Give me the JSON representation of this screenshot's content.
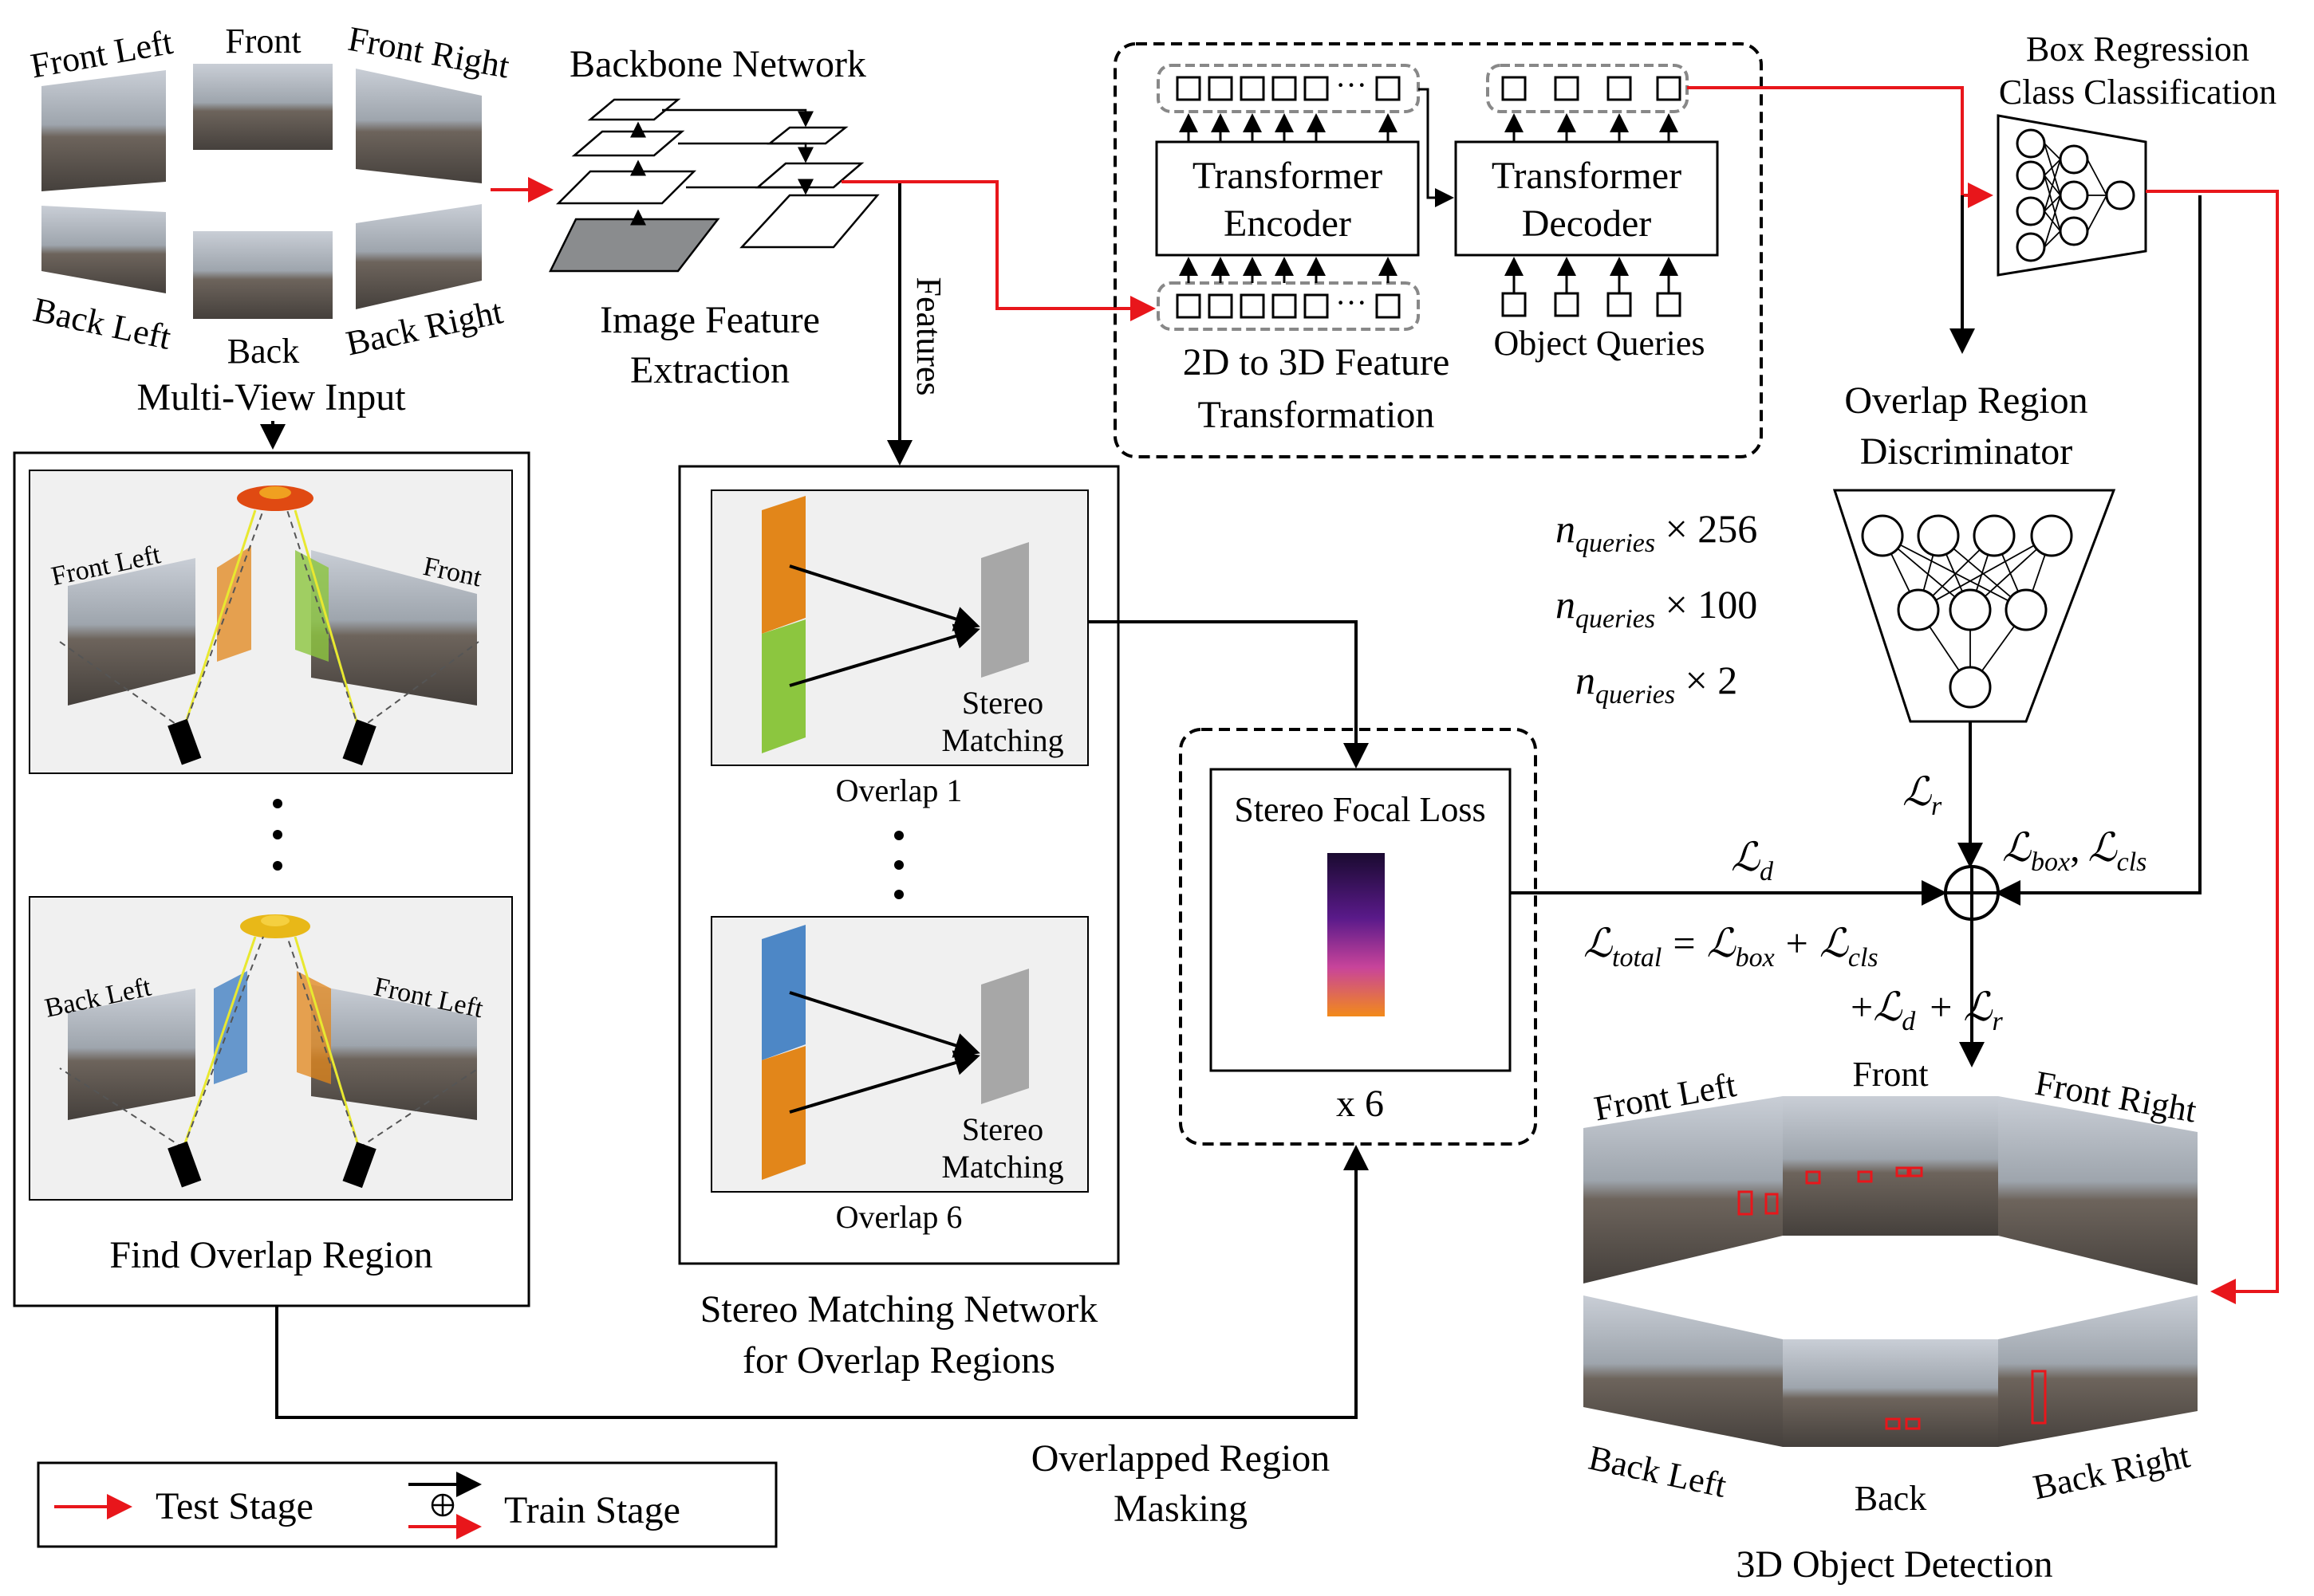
{
  "colors": {
    "test_arrow": "#e8161b",
    "train_arrow": "#000000",
    "panel_bg": "#f0f0f0",
    "orange": "#e2861a",
    "green": "#8cc63f",
    "blue": "#4d87c6",
    "gray": "#a7a7a7"
  },
  "multiview": {
    "front_left": "Front Left",
    "front": "Front",
    "front_right": "Front Right",
    "back_left": "Back Left",
    "back": "Back",
    "back_right": "Back Right",
    "caption": "Multi-View Input"
  },
  "backbone": {
    "title": "Backbone Network",
    "caption_l1": "Image Feature",
    "caption_l2": "Extraction"
  },
  "features_label": "Features",
  "transformer": {
    "encoder_l1": "Transformer",
    "encoder_l2": "Encoder",
    "decoder_l1": "Transformer",
    "decoder_l2": "Decoder",
    "object_queries": "Object Queries",
    "caption_l1": "2D to 3D Feature",
    "caption_l2": "Transformation",
    "ellipsis": "···"
  },
  "head": {
    "line1": "Box Regression",
    "line2": "Class Classification"
  },
  "discriminator": {
    "title_l1": "Overlap Region",
    "title_l2": "Discriminator",
    "dims": [
      {
        "base": "n",
        "sub": "queries",
        "rest": " × 256"
      },
      {
        "base": "n",
        "sub": "queries",
        "rest": " × 100"
      },
      {
        "base": "n",
        "sub": "queries",
        "rest": " × 2"
      }
    ]
  },
  "find_overlap": {
    "caption": "Find Overlap Region",
    "panel1": {
      "left": "Front Left",
      "right": "Front"
    },
    "panel2": {
      "left": "Back Left",
      "right": "Front Left"
    }
  },
  "stereo": {
    "matching_l1": "Stereo",
    "matching_l2": "Matching",
    "overlap1": "Overlap 1",
    "overlap6": "Overlap 6",
    "caption_l1": "Stereo Matching Network",
    "caption_l2": "for Overlap Regions"
  },
  "focal": {
    "title": "Stereo Focal Loss",
    "times": "x 6"
  },
  "losses": {
    "lr": "r",
    "ld": "d",
    "lbox": "box",
    "lcls": "cls",
    "ltotal": "total",
    "script": "ℒ",
    "plus": "+",
    "eq": "=",
    "comma": ","
  },
  "masking": {
    "l1": "Overlapped Region",
    "l2": "Masking"
  },
  "detection": {
    "front_left": "Front Left",
    "front": "Front",
    "front_right": "Front Right",
    "back_left": "Back Left",
    "back": "Back",
    "back_right": "Back Right",
    "caption": "3D Object Detection"
  },
  "legend": {
    "test": "Test Stage",
    "train": "Train Stage"
  }
}
